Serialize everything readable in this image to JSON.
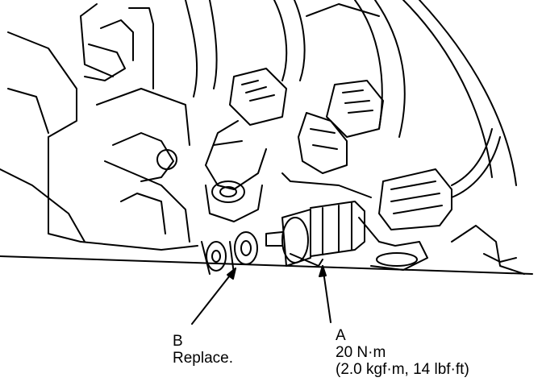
{
  "callouts": {
    "b": {
      "letter": "B",
      "note": "Replace."
    },
    "a": {
      "letter": "A",
      "torque_nm": "20 N·m",
      "torque_alt": "(2.0 kgf·m, 14 lbf·ft)"
    }
  },
  "colors": {
    "ink": "#000000",
    "paper": "#ffffff"
  }
}
